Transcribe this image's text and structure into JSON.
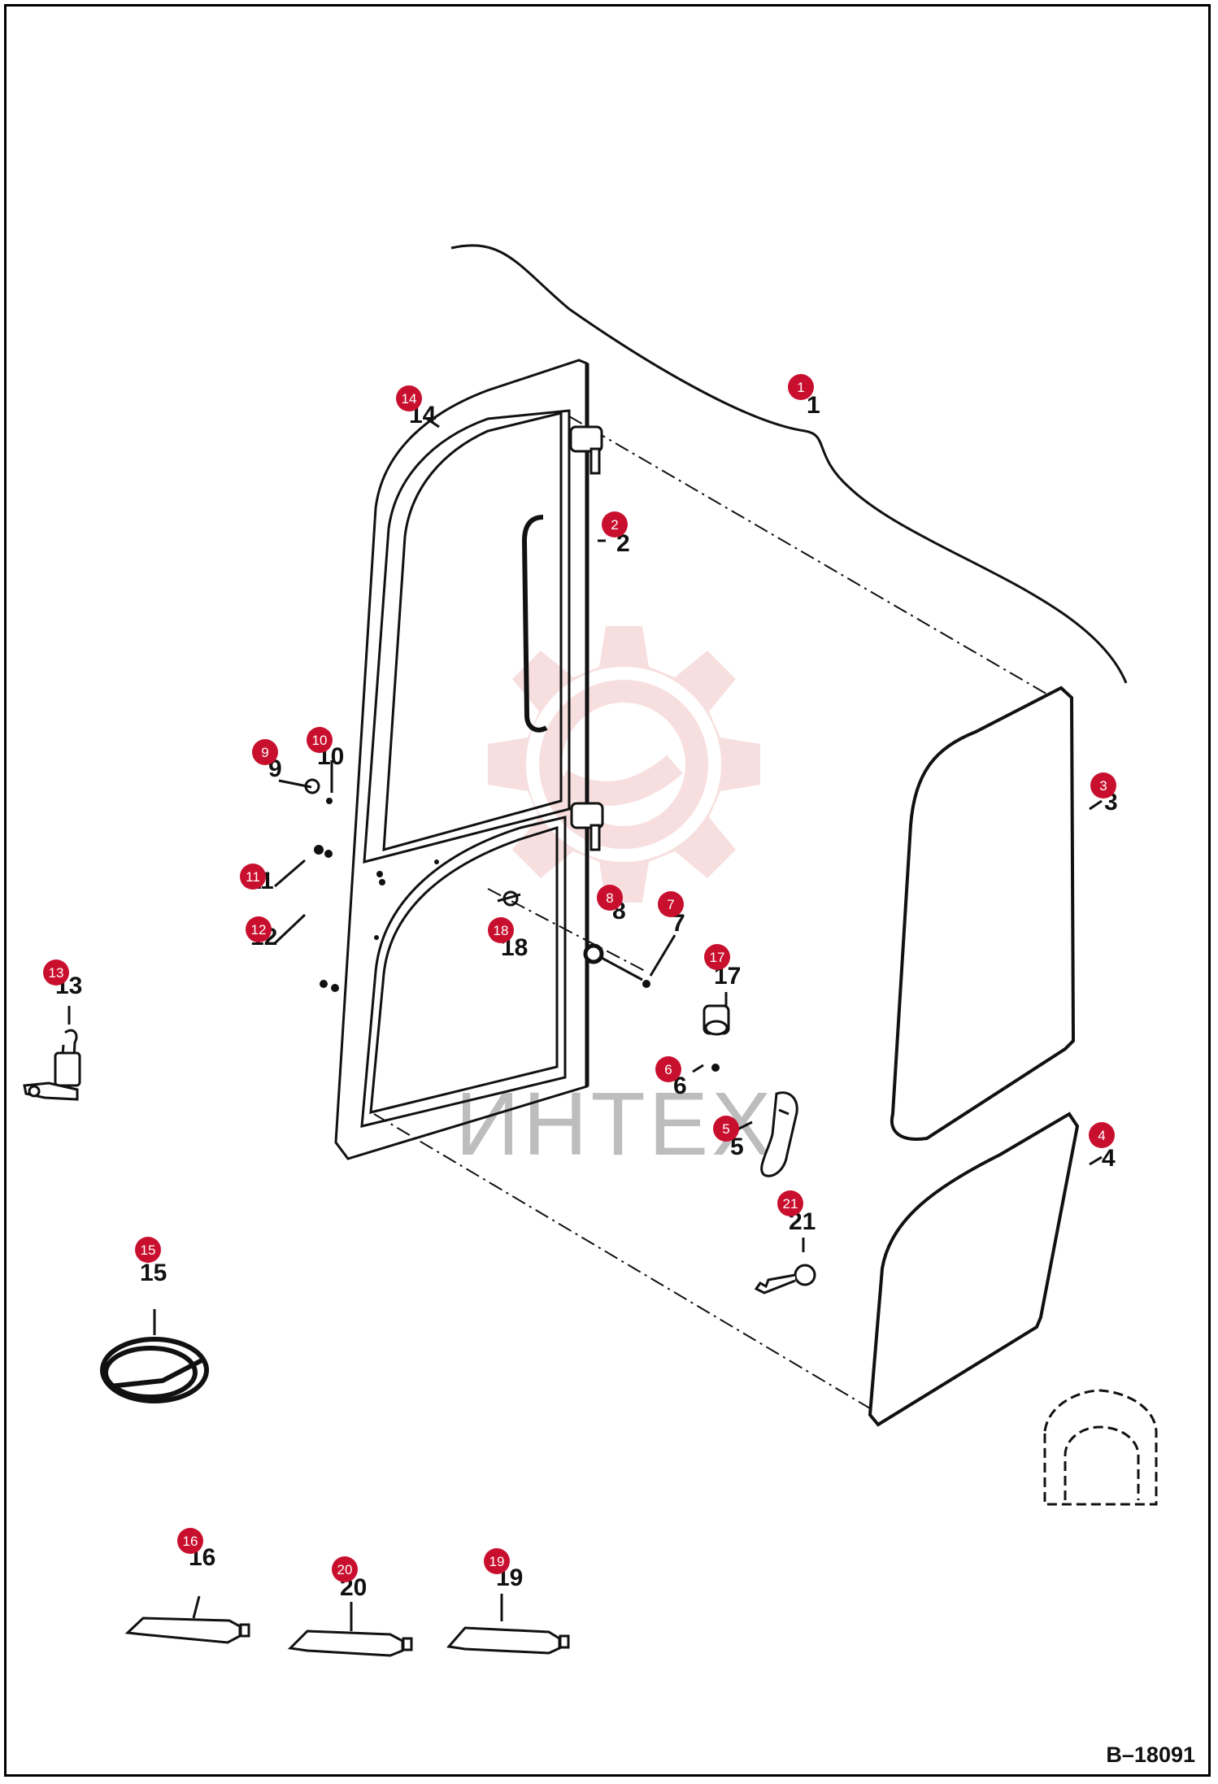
{
  "watermark": {
    "text": "ИНТЕХ"
  },
  "reference": "B–18091",
  "callouts": [
    {
      "n": "1",
      "label": "1"
    },
    {
      "n": "2",
      "label": "2"
    },
    {
      "n": "3",
      "label": "3"
    },
    {
      "n": "4",
      "label": "4"
    },
    {
      "n": "5",
      "label": "5"
    },
    {
      "n": "6",
      "label": "6"
    },
    {
      "n": "7",
      "label": "7"
    },
    {
      "n": "8",
      "label": "8"
    },
    {
      "n": "9",
      "label": "9"
    },
    {
      "n": "10",
      "label": "10"
    },
    {
      "n": "11",
      "label": "11"
    },
    {
      "n": "12",
      "label": "12"
    },
    {
      "n": "13",
      "label": "13"
    },
    {
      "n": "14",
      "label": "14"
    },
    {
      "n": "15",
      "label": "15"
    },
    {
      "n": "16",
      "label": "16"
    },
    {
      "n": "17",
      "label": "17"
    },
    {
      "n": "18",
      "label": "18"
    },
    {
      "n": "19",
      "label": "19"
    },
    {
      "n": "20",
      "label": "20"
    },
    {
      "n": "21",
      "label": "21"
    }
  ],
  "colors": {
    "badge": "#c8102e",
    "line": "#111111",
    "watermark": "#f4c6c6"
  }
}
